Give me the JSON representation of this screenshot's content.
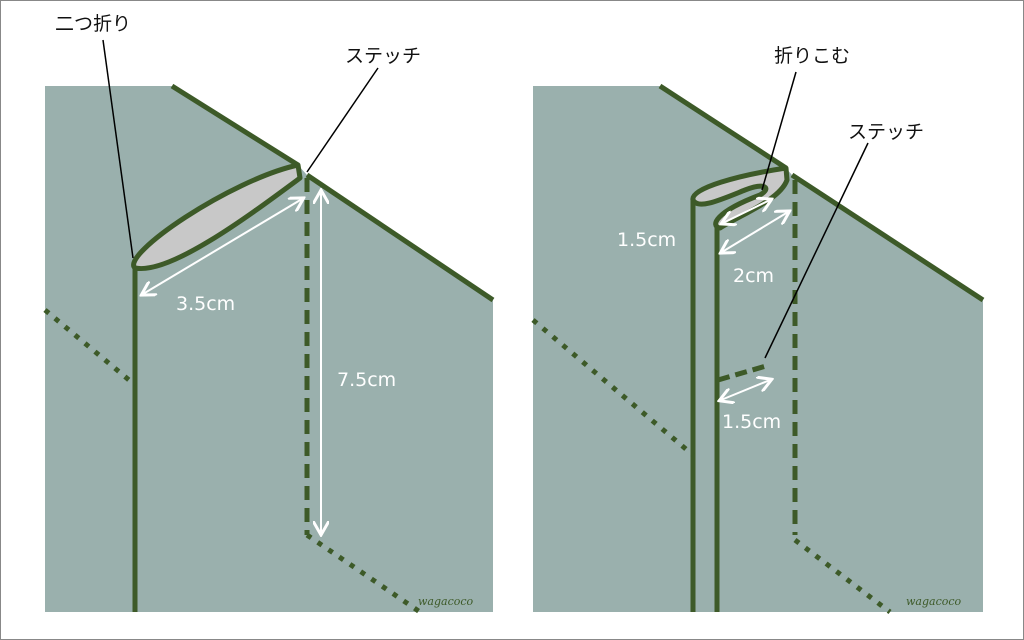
{
  "colors": {
    "panel": "#9ab0ad",
    "line": "#3d5a28",
    "fold": "#c8c8c8",
    "frame": "#888888"
  },
  "left": {
    "fold_label": "二つ折り",
    "stitch_label": "ステッチ",
    "dim_fold": "3.5cm",
    "dim_stitch": "7.5cm",
    "watermark": "wagacoco"
  },
  "right": {
    "tuck_label": "折りこむ",
    "stitch_label": "ステッチ",
    "dim_inner": "1.5cm",
    "dim_outer": "2cm",
    "dim_stitch_offset": "1.5cm",
    "watermark": "wagacoco"
  }
}
